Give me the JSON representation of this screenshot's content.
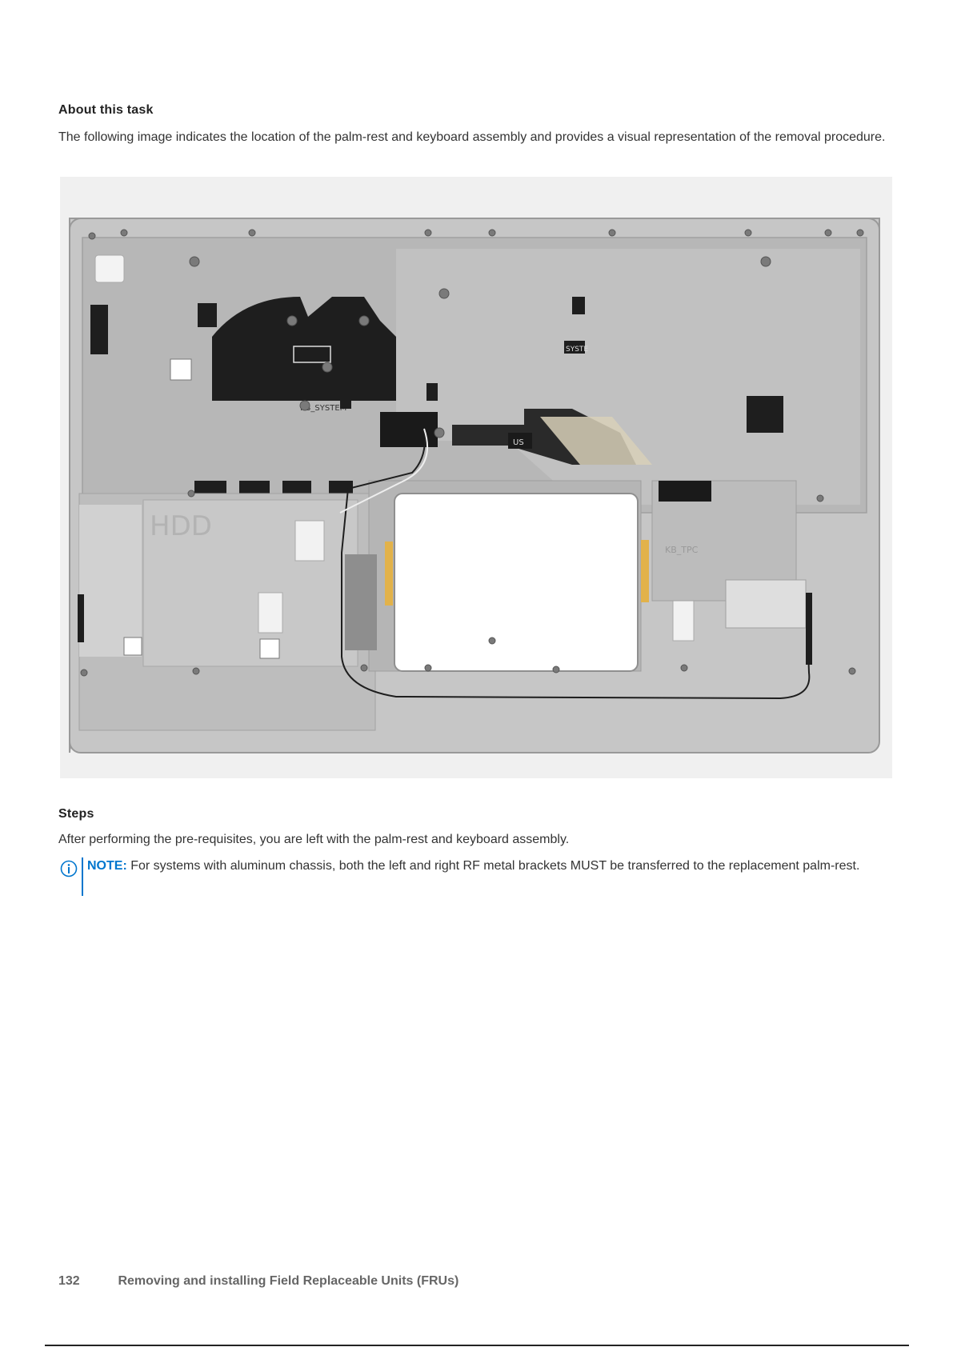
{
  "section_about": {
    "heading": "About this task",
    "description": "The following image indicates the location of the palm-rest and keyboard assembly and provides a visual representation of the removal procedure."
  },
  "figure": {
    "image_labels": [
      "KB_SYSTEM",
      "SYSTE",
      "US",
      "KB_TPC"
    ]
  },
  "section_steps": {
    "heading": "Steps",
    "text": "After performing the pre-requisites, you are left with the palm-rest and keyboard assembly."
  },
  "note": {
    "label": "NOTE:",
    "text": "For systems with aluminum chassis, both the left and right RF metal brackets MUST be transferred to the replacement palm-rest.",
    "icon": "info-icon",
    "accent_color": "#0076ce"
  },
  "footer": {
    "page_number": "132",
    "chapter_title": "Removing and installing Field Replaceable Units (FRUs)"
  }
}
